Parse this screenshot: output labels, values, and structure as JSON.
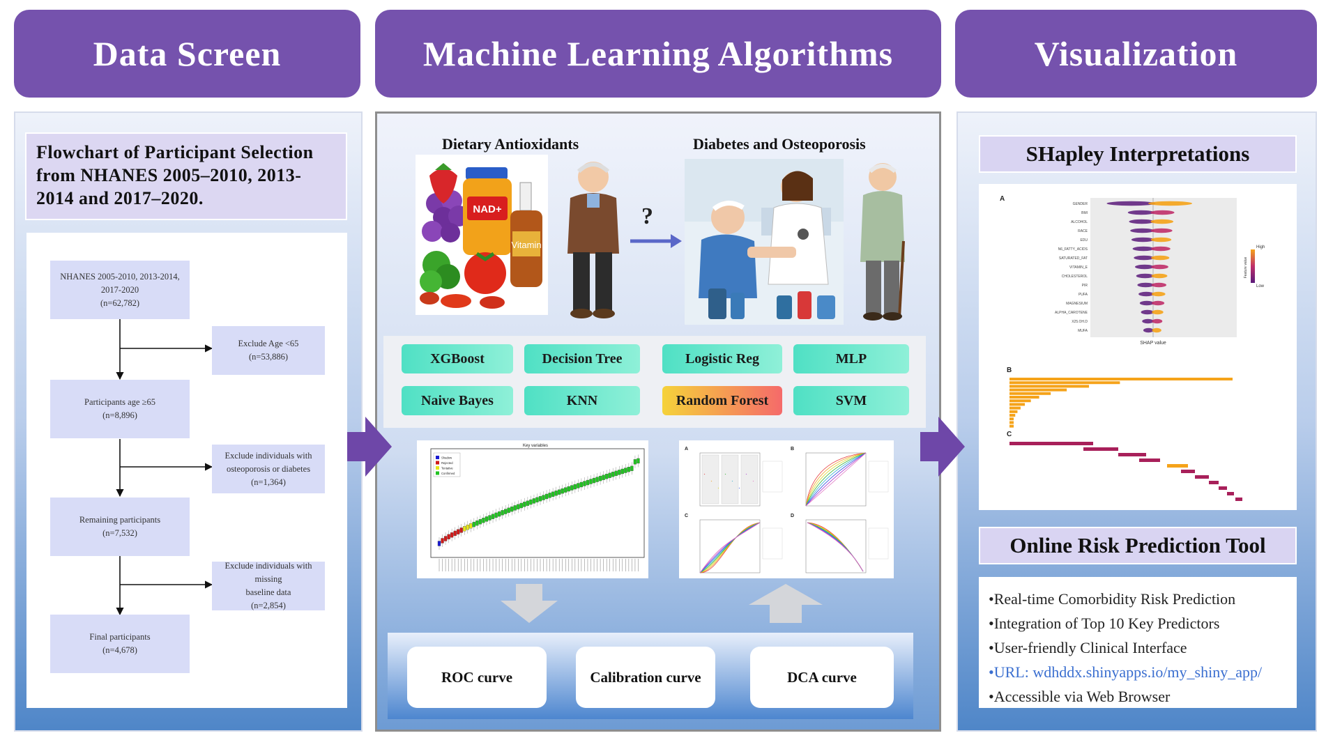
{
  "headers": {
    "left": "Data Screen",
    "middle": "Machine Learning Algorithms",
    "right": "Visualization"
  },
  "flowchart": {
    "title": "Flowchart of Participant Selection from NHANES 2005–2010, 2013-2014 and 2017–2020.",
    "steps": [
      {
        "line1": "NHANES 2005-2010, 2013-2014, 2017-2020",
        "line2": "(n=62,782)"
      },
      {
        "line1": "Participants age ≥65",
        "line2": "(n=8,896)"
      },
      {
        "line1": "Remaining participants",
        "line2": "(n=7,532)"
      },
      {
        "line1": "Final participants",
        "line2": "(n=4,678)"
      }
    ],
    "exclusions": [
      {
        "line1": "Exclude Age <65",
        "line2": "",
        "line3": "(n=53,886)"
      },
      {
        "line1": "Exclude individuals with",
        "line2": "osteoporosis or diabetes",
        "line3": "(n=1,364)"
      },
      {
        "line1": "Exclude individuals with missing",
        "line2": "baseline data",
        "line3": "(n=2,854)"
      }
    ]
  },
  "middle": {
    "exposure_label": "Dietary Antioxidants",
    "outcome_label": "Diabetes and Osteoporosis",
    "question_mark": "?",
    "bottle_label_1": "NAD+",
    "bottle_label_2": "Vitamin",
    "algorithms": [
      "XGBoost",
      "Decision Tree",
      "Logistic Reg",
      "MLP",
      "Naive Bayes",
      "KNN",
      "Random Forest",
      "SVM"
    ],
    "boruta_plot_title": "Key variables",
    "boruta_legend": [
      "Shadow",
      "Rejected",
      "Tentative",
      "Confirmed"
    ],
    "perf_panel_letters": [
      "A",
      "B",
      "C",
      "D"
    ],
    "curves": [
      "ROC curve",
      "Calibration curve",
      "DCA curve"
    ],
    "colors": {
      "confirmed": "#22c322",
      "rejected": "#d01a1a",
      "tentative": "#e6e61a",
      "shadow": "#1a1ad0"
    }
  },
  "visualization": {
    "shap_title": "SHapley Interpretations",
    "shap_panel_letters": [
      "A",
      "B",
      "C"
    ],
    "shap_features": [
      "GENDER",
      "BMI",
      "ALCOHOL",
      "RACE",
      "EDU",
      "N6_FATTY_ACIDS",
      "SATURATED_FAT",
      "VITAMIN_E",
      "CHOLESTEROL",
      "PIR",
      "PUFA",
      "MAGNESIUM",
      "ALPHA_CAROTENE",
      "X25.OH.D",
      "MUFA"
    ],
    "shap_xlabel": "SHAP value",
    "shap_legend_high": "High",
    "shap_legend_low": "Low",
    "shap_legend_title": "Feature value",
    "tool_title": "Online Risk Prediction Tool",
    "tool_items": [
      "•Real-time Comorbidity Risk Prediction",
      "•Integration of Top 10 Key Predictors",
      "•User-friendly Clinical Interface",
      "•URL: wdhddx.shinyapps.io/my_shiny_app/",
      "•Accessible via Web Browser"
    ],
    "colors": {
      "high": "#f5a31a",
      "low": "#5a1a7a"
    }
  }
}
